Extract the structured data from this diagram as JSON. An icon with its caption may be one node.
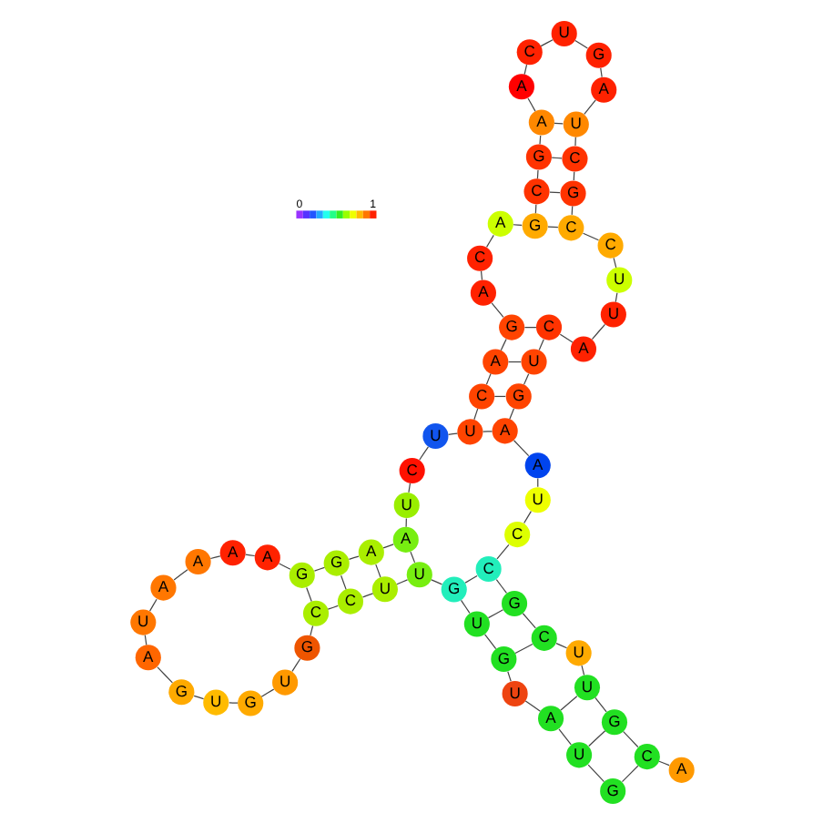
{
  "diagram": {
    "nodes": [
      {
        "text": [
          "G"
        ]
      },
      {
        "text": [
          "U"
        ]
      },
      {
        "text": [
          "A"
        ]
      },
      {
        "text": [
          "U"
        ]
      },
      {
        "text": [
          "G"
        ]
      },
      {
        "text": [
          "U"
        ]
      },
      {
        "text": [
          "G"
        ]
      },
      {
        "text": [
          "U"
        ]
      },
      {
        "text": [
          "U"
        ]
      },
      {
        "text": [
          "C"
        ]
      },
      {
        "text": [
          "C"
        ]
      },
      {
        "text": [
          "G"
        ]
      },
      {
        "text": [
          "U"
        ]
      },
      {
        "text": [
          "G"
        ]
      },
      {
        "text": [
          "U"
        ]
      },
      {
        "text": [
          "G"
        ]
      },
      {
        "text": [
          "A"
        ]
      },
      {
        "text": [
          "U"
        ]
      },
      {
        "text": [
          "A"
        ]
      },
      {
        "text": [
          "A"
        ]
      },
      {
        "text": [
          "A"
        ]
      },
      {
        "text": [
          "A"
        ]
      },
      {
        "text": [
          "G"
        ]
      },
      {
        "text": [
          "G"
        ]
      },
      {
        "text": [
          "A"
        ]
      },
      {
        "text": [
          "A"
        ]
      },
      {
        "text": [
          "U"
        ]
      },
      {
        "text": [
          "C"
        ]
      },
      {
        "text": [
          "U"
        ]
      },
      {
        "text": [
          "U"
        ]
      },
      {
        "text": [
          "C"
        ]
      },
      {
        "text": [
          "A"
        ]
      },
      {
        "text": [
          "G"
        ]
      },
      {
        "text": [
          "A"
        ]
      },
      {
        "text": [
          "C"
        ]
      },
      {
        "text": [
          "A"
        ]
      },
      {
        "text": [
          "G"
        ]
      },
      {
        "text": [
          "C"
        ]
      },
      {
        "text": [
          "G"
        ]
      },
      {
        "text": [
          "A"
        ]
      },
      {
        "text": [
          "A"
        ]
      },
      {
        "text": [
          "C"
        ]
      },
      {
        "text": [
          "U"
        ]
      },
      {
        "text": [
          "G"
        ]
      },
      {
        "text": [
          "A"
        ]
      },
      {
        "text": [
          "U"
        ]
      },
      {
        "text": [
          "C"
        ]
      },
      {
        "text": [
          "G"
        ]
      },
      {
        "text": [
          "C"
        ]
      },
      {
        "text": [
          "C"
        ]
      },
      {
        "text": [
          "U"
        ]
      },
      {
        "text": [
          "U"
        ]
      },
      {
        "text": [
          "A"
        ]
      },
      {
        "text": [
          "C"
        ]
      },
      {
        "text": [
          "U"
        ]
      },
      {
        "text": [
          "G"
        ]
      },
      {
        "text": [
          "A"
        ]
      },
      {
        "text": [
          "A"
        ]
      },
      {
        "text": [
          "U"
        ]
      },
      {
        "text": [
          "C"
        ]
      },
      {
        "text": [
          "C"
        ]
      },
      {
        "text": [
          "G"
        ]
      },
      {
        "text": [
          "C"
        ]
      },
      {
        "text": [
          "U"
        ]
      },
      {
        "text": [
          "U"
        ]
      },
      {
        "text": [
          "G"
        ]
      },
      {
        "text": [
          "C"
        ]
      },
      {
        "text": [
          "A"
        ]
      }
    ],
    "edges": [
      {
        "from": 0,
        "to": 1,
        "arrow": "none"
      },
      {
        "from": 1,
        "to": 2,
        "arrow": "none"
      },
      {
        "from": 2,
        "to": 3,
        "arrow": "none"
      },
      {
        "from": 3,
        "to": 4,
        "arrow": "none"
      },
      {
        "from": 4,
        "to": 5,
        "arrow": "none"
      },
      {
        "from": 5,
        "to": 6,
        "arrow": "none"
      },
      {
        "from": 6,
        "to": 7,
        "arrow": "none"
      },
      {
        "from": 7,
        "to": 8,
        "arrow": "none"
      },
      {
        "from": 8,
        "to": 9,
        "arrow": "none"
      },
      {
        "from": 9,
        "to": 10,
        "arrow": "none"
      },
      {
        "from": 10,
        "to": 11,
        "arrow": "none"
      },
      {
        "from": 11,
        "to": 12,
        "arrow": "none"
      },
      {
        "from": 12,
        "to": 13,
        "arrow": "none"
      },
      {
        "from": 13,
        "to": 14,
        "arrow": "none"
      },
      {
        "from": 14,
        "to": 15,
        "arrow": "none"
      },
      {
        "from": 15,
        "to": 16,
        "arrow": "none"
      },
      {
        "from": 16,
        "to": 17,
        "arrow": "none"
      },
      {
        "from": 17,
        "to": 18,
        "arrow": "none"
      },
      {
        "from": 18,
        "to": 19,
        "arrow": "none"
      },
      {
        "from": 19,
        "to": 20,
        "arrow": "none"
      },
      {
        "from": 20,
        "to": 21,
        "arrow": "none"
      },
      {
        "from": 21,
        "to": 22,
        "arrow": "none"
      },
      {
        "from": 22,
        "to": 23,
        "arrow": "none"
      },
      {
        "from": 23,
        "to": 24,
        "arrow": "none"
      },
      {
        "from": 24,
        "to": 25,
        "arrow": "none"
      },
      {
        "from": 25,
        "to": 26,
        "arrow": "none"
      },
      {
        "from": 26,
        "to": 27,
        "arrow": "none"
      },
      {
        "from": 27,
        "to": 28,
        "arrow": "none"
      },
      {
        "from": 28,
        "to": 29,
        "arrow": "none"
      },
      {
        "from": 29,
        "to": 30,
        "arrow": "none"
      },
      {
        "from": 30,
        "to": 31,
        "arrow": "none"
      },
      {
        "from": 31,
        "to": 32,
        "arrow": "none"
      },
      {
        "from": 32,
        "to": 33,
        "arrow": "none"
      },
      {
        "from": 33,
        "to": 34,
        "arrow": "none"
      },
      {
        "from": 34,
        "to": 35,
        "arrow": "none"
      },
      {
        "from": 35,
        "to": 36,
        "arrow": "none"
      },
      {
        "from": 36,
        "to": 37,
        "arrow": "none"
      },
      {
        "from": 37,
        "to": 38,
        "arrow": "none"
      },
      {
        "from": 38,
        "to": 39,
        "arrow": "none"
      },
      {
        "from": 39,
        "to": 40,
        "arrow": "none"
      },
      {
        "from": 40,
        "to": 41,
        "arrow": "none"
      },
      {
        "from": 41,
        "to": 42,
        "arrow": "none"
      },
      {
        "from": 42,
        "to": 43,
        "arrow": "none"
      },
      {
        "from": 43,
        "to": 44,
        "arrow": "none"
      },
      {
        "from": 44,
        "to": 45,
        "arrow": "none"
      },
      {
        "from": 45,
        "to": 46,
        "arrow": "none"
      },
      {
        "from": 46,
        "to": 47,
        "arrow": "none"
      },
      {
        "from": 47,
        "to": 48,
        "arrow": "none"
      },
      {
        "from": 48,
        "to": 49,
        "arrow": "none"
      },
      {
        "from": 49,
        "to": 50,
        "arrow": "none"
      },
      {
        "from": 50,
        "to": 51,
        "arrow": "none"
      },
      {
        "from": 51,
        "to": 52,
        "arrow": "none"
      },
      {
        "from": 52,
        "to": 53,
        "arrow": "none"
      },
      {
        "from": 53,
        "to": 54,
        "arrow": "none"
      },
      {
        "from": 54,
        "to": 55,
        "arrow": "none"
      },
      {
        "from": 55,
        "to": 56,
        "arrow": "none"
      },
      {
        "from": 56,
        "to": 57,
        "arrow": "none"
      },
      {
        "from": 57,
        "to": 58,
        "arrow": "none"
      },
      {
        "from": 58,
        "to": 59,
        "arrow": "none"
      },
      {
        "from": 59,
        "to": 60,
        "arrow": "none"
      },
      {
        "from": 60,
        "to": 61,
        "arrow": "none"
      },
      {
        "from": 61,
        "to": 62,
        "arrow": "none"
      },
      {
        "from": 62,
        "to": 63,
        "arrow": "none"
      },
      {
        "from": 63,
        "to": 64,
        "arrow": "none"
      },
      {
        "from": 64,
        "to": 65,
        "arrow": "none"
      },
      {
        "from": 65,
        "to": 66,
        "arrow": "none"
      },
      {
        "from": 66,
        "to": 67,
        "arrow": "none"
      },
      {
        "from": 0,
        "to": 66,
        "arrow": "none"
      },
      {
        "from": 1,
        "to": 65,
        "arrow": "none"
      },
      {
        "from": 2,
        "to": 64,
        "arrow": "none"
      },
      {
        "from": 4,
        "to": 62,
        "arrow": "none"
      },
      {
        "from": 5,
        "to": 61,
        "arrow": "none"
      },
      {
        "from": 6,
        "to": 60,
        "arrow": "none"
      },
      {
        "from": 7,
        "to": 25,
        "arrow": "none"
      },
      {
        "from": 8,
        "to": 24,
        "arrow": "none"
      },
      {
        "from": 9,
        "to": 23,
        "arrow": "none"
      },
      {
        "from": 10,
        "to": 22,
        "arrow": "none"
      },
      {
        "from": 29,
        "to": 56,
        "arrow": "none"
      },
      {
        "from": 30,
        "to": 55,
        "arrow": "none"
      },
      {
        "from": 31,
        "to": 54,
        "arrow": "none"
      },
      {
        "from": 32,
        "to": 53,
        "arrow": "none"
      },
      {
        "from": 36,
        "to": 48,
        "arrow": "none"
      },
      {
        "from": 37,
        "to": 47,
        "arrow": "none"
      },
      {
        "from": 38,
        "to": 46,
        "arrow": "none"
      },
      {
        "from": 39,
        "to": 45,
        "arrow": "none"
      }
    ],
    "labels": [
      "0",
      "1"
    ]
  }
}
